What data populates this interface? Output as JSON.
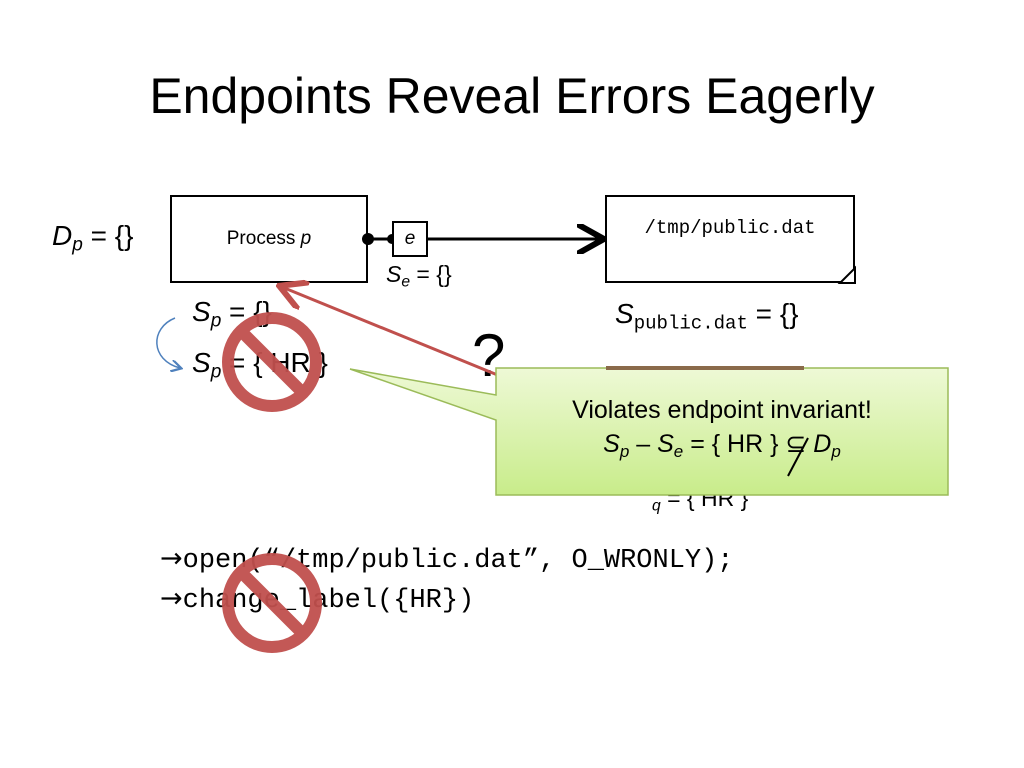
{
  "slide": {
    "title": "Endpoints Reveal Errors Eagerly"
  },
  "diagram": {
    "dp_label": "D",
    "dp_sub": "p",
    "dp_value": " = {}",
    "process_label": "Process ",
    "process_var": "p",
    "endpoint_label": "e",
    "se_label": "S",
    "se_sub": "e",
    "se_value": " = {}",
    "file_label": "/tmp/public.dat",
    "spublic_label": "S",
    "spublic_sub": "public.dat",
    "spublic_value": " = {}",
    "sp1_label": "S",
    "sp1_sub": "p",
    "sp1_value": " = {}",
    "sp2_label": "S",
    "sp2_sub": "p",
    "sp2_value": " = { HR }",
    "question_mark": "?",
    "hidden_fragment": "q",
    "hidden_fragment_suffix": " = { HR }"
  },
  "callout": {
    "line1": "Violates endpoint invariant!",
    "sp": "S",
    "sp_sub": "p",
    "minus": " – ",
    "se": "S",
    "se_sub": "e",
    "equals_set": " = { HR } ",
    "not_subset": "⊆",
    "dp": " D",
    "dp_sub": "p"
  },
  "code": {
    "arrow": "→",
    "line1": "open(“/tmp/public.dat”, O_WRONLY);",
    "line2": "change_label({HR})"
  },
  "colors": {
    "no_sign": "#c0504d",
    "no_sign_fill": "#c0504d",
    "red_arrow": "#c0504d",
    "callout_fill": "#d9f2a8",
    "callout_border": "#9bbb59",
    "loop_arrow": "#4f81bd"
  }
}
